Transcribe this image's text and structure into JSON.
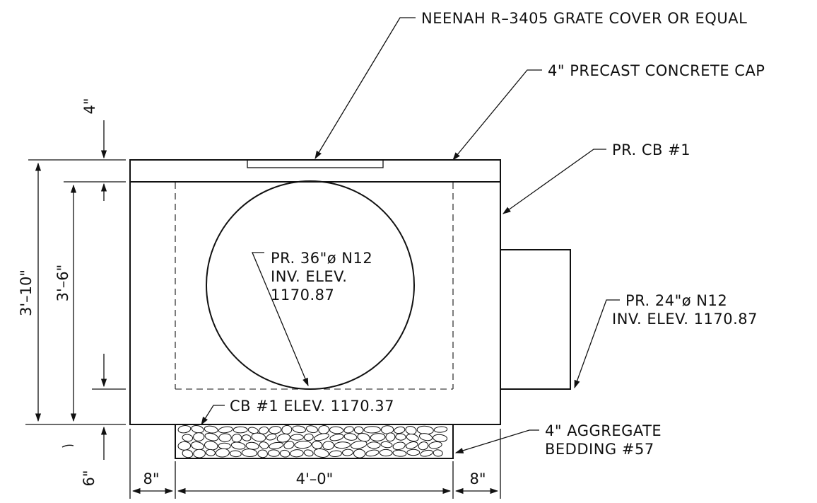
{
  "callouts": {
    "grate_cover": "NEENAH R–3405 GRATE COVER OR EQUAL",
    "concrete_cap": "4\" PRECAST CONCRETE CAP",
    "catch_basin": "PR. CB #1",
    "pipe_36": [
      "PR. 36\"ø N12",
      "INV. ELEV.",
      "1170.87"
    ],
    "pipe_24": [
      "PR. 24\"ø N12",
      "INV. ELEV. 1170.87"
    ],
    "cb_elev": "CB #1 ELEV. 1170.37",
    "bedding": [
      "4\" AGGREGATE",
      "BEDDING #57"
    ]
  },
  "dimensions": {
    "cap_thickness": "4\"",
    "overall_height": "3'–10\"",
    "inner_height": "3'–6\"",
    "bedding_depth": "6\"",
    "left_wall": "8\"",
    "inner_width": "4'–0\"",
    "right_wall": "8\""
  }
}
